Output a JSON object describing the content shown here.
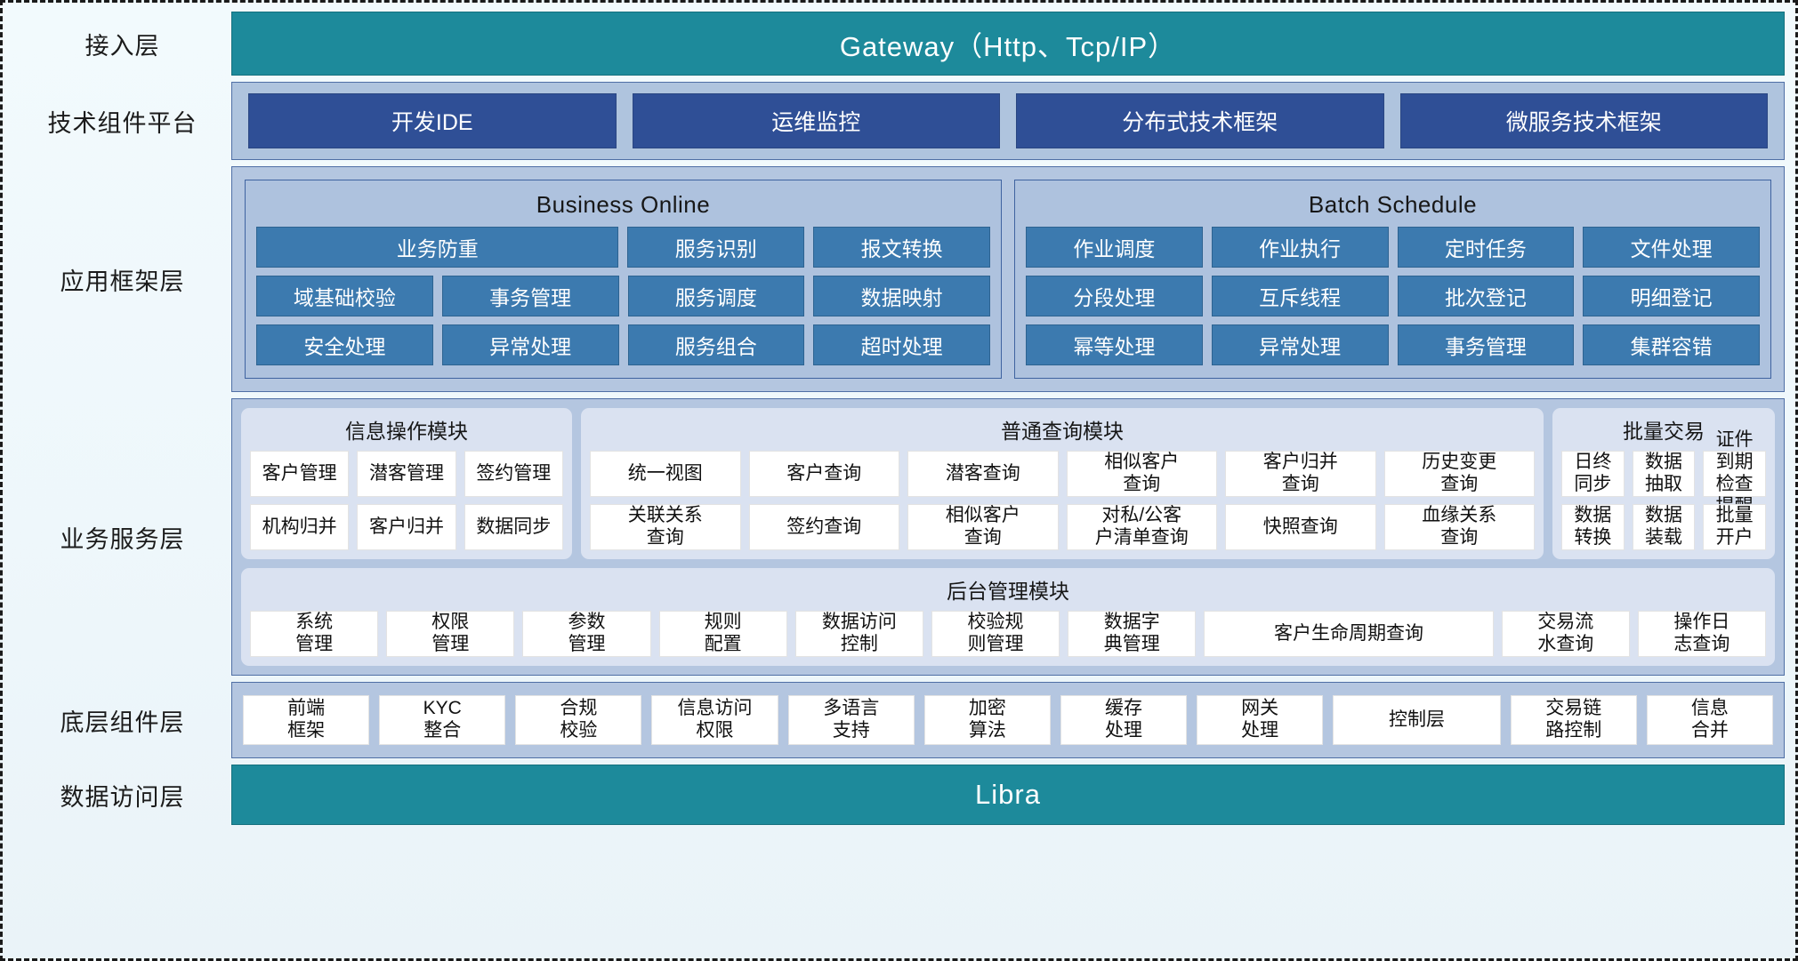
{
  "layers": [
    {
      "label": "接入层",
      "type": "bar",
      "text": "Gateway（Http、Tcp/IP）",
      "color": "#1d8a9b"
    },
    {
      "label": "技术组件平台",
      "type": "tech",
      "buttons": [
        "开发IDE",
        "运维监控",
        "分布式技术框架",
        "微服务技术框架"
      ],
      "color": "#2f4f96"
    },
    {
      "label": "应用框架层",
      "type": "app",
      "panels": [
        {
          "title": "Business Online",
          "rows": [
            [
              "业务防重",
              "服务识别",
              "报文转换"
            ],
            [
              "域基础校验",
              "事务管理",
              "服务调度",
              "数据映射"
            ],
            [
              "安全处理",
              "异常处理",
              "服务组合",
              "超时处理"
            ]
          ]
        },
        {
          "title": "Batch Schedule",
          "rows": [
            [
              "作业调度",
              "作业执行",
              "定时任务",
              "文件处理"
            ],
            [
              "分段处理",
              "互斥线程",
              "批次登记",
              "明细登记"
            ],
            [
              "幂等处理",
              "异常处理",
              "事务管理",
              "集群容错"
            ]
          ]
        }
      ]
    },
    {
      "label": "业务服务层",
      "type": "service",
      "modules_top": [
        {
          "title": "信息操作模块",
          "rows": [
            [
              "客户管理",
              "潜客管理",
              "签约管理"
            ],
            [
              "机构归并",
              "客户归并",
              "数据同步"
            ]
          ]
        },
        {
          "title": "普通查询模块",
          "rows": [
            [
              "统一视图",
              "客户查询",
              "潜客查询",
              "相似客户\n查询",
              "客户归并\n查询",
              "历史变更\n查询"
            ],
            [
              "关联关系\n查询",
              "签约查询",
              "相似客户\n查询",
              "对私/公客\n户清单查询",
              "快照查询",
              "血缘关系\n查询"
            ]
          ]
        },
        {
          "title": "批量交易",
          "rows": [
            [
              "日终\n同步",
              "数据\n抽取",
              "证件到期\n检查提醒"
            ],
            [
              "数据\n转换",
              "数据\n装载",
              "批量\n开户"
            ]
          ]
        }
      ],
      "modules_bottom": [
        {
          "title": "后台管理模块",
          "rows": [
            [
              "系统\n管理",
              "权限\n管理",
              "参数\n管理",
              "规则\n配置",
              "数据访问\n控制",
              "校验规\n则管理",
              "数据字\n典管理",
              "客户生命周期查询",
              "交易流\n水查询",
              "操作日\n志查询"
            ]
          ],
          "wide_index": 7
        }
      ]
    },
    {
      "label": "底层组件层",
      "type": "base",
      "cells": [
        "前端\n框架",
        "KYC\n整合",
        "合规\n校验",
        "信息访问\n权限",
        "多语言\n支持",
        "加密\n算法",
        "缓存\n处理",
        "网关\n处理",
        "控制层",
        "交易链\n路控制",
        "信息\n合并"
      ],
      "wide_index": 8
    },
    {
      "label": "数据访问层",
      "type": "bar",
      "text": "Libra",
      "color": "#1d8a9b"
    }
  ]
}
